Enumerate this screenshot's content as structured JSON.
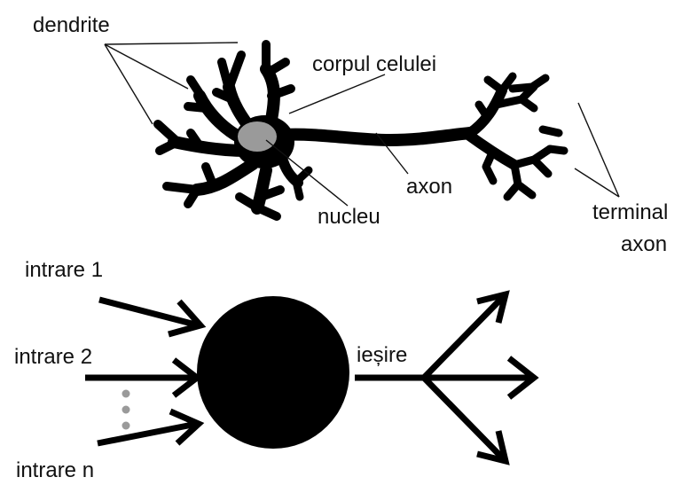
{
  "neuron": {
    "labels": {
      "dendrite": "dendrite",
      "cell_body": "corpul celulei",
      "axon": "axon",
      "nucleus": "nucleu",
      "terminal_line1": "terminal",
      "terminal_line2": "axon"
    },
    "colors": {
      "body": "#000000",
      "nucleus": "#9a9a9a"
    }
  },
  "model": {
    "inputs": [
      {
        "label": "intrare 1"
      },
      {
        "label": "intrare 2"
      },
      {
        "label": "intrare n"
      }
    ],
    "output_label": "ieșire",
    "ellipsis_color": "#9a9a9a"
  }
}
